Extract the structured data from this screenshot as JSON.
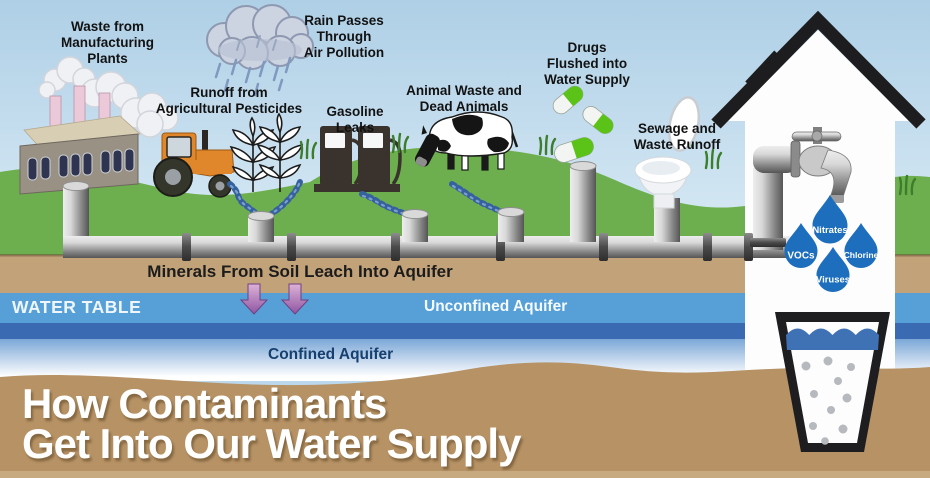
{
  "title": {
    "text": "How Contaminants\nGet Into Our Water Supply"
  },
  "labels": {
    "manufacturing": "Waste from\nManufacturing\nPlants",
    "rain": "Rain Passes\nThrough\nAir Pollution",
    "pesticides": "Runoff from\nAgricultural Pesticides",
    "gasoline": "Gasoline\nLeaks",
    "animal": "Animal Waste and\nDead Animals",
    "drugs": "Drugs\nFlushed into\nWater Supply",
    "sewage": "Sewage and\nWaste Runoff",
    "minerals": "Minerals From Soil Leach Into Aquifer"
  },
  "layers": {
    "water_table": "WATER TABLE",
    "unconfined": "Unconfined Aquifer",
    "confined": "Confined Aquifer"
  },
  "drops": [
    {
      "label": "Nitrates"
    },
    {
      "label": "VOCs"
    },
    {
      "label": "Chlorine"
    },
    {
      "label": "Viruses"
    }
  ],
  "icons": [
    "rain-cloud-icon",
    "factory-icon",
    "tractor-icon",
    "corn-icon",
    "gas-pump-icon",
    "cow-icon",
    "pills-icon",
    "toilet-icon",
    "house-icon",
    "faucet-icon",
    "water-drop-icon",
    "water-glass-icon",
    "down-arrow-icon",
    "pipe-icon"
  ],
  "colors": {
    "sky_top": "#aecfe6",
    "sky_bottom": "#ddedf7",
    "grass": "#6dae4e",
    "soil_band": "#c2a379",
    "aquifer_light": "#57a0d7",
    "aquifer_dark": "#3a6ab2",
    "ground": "#b69265",
    "drop_blue": "#1d6fbd",
    "arrow_purple": "#9459a4",
    "pill_green": "#5bc318",
    "title_text": "#ffffff"
  }
}
